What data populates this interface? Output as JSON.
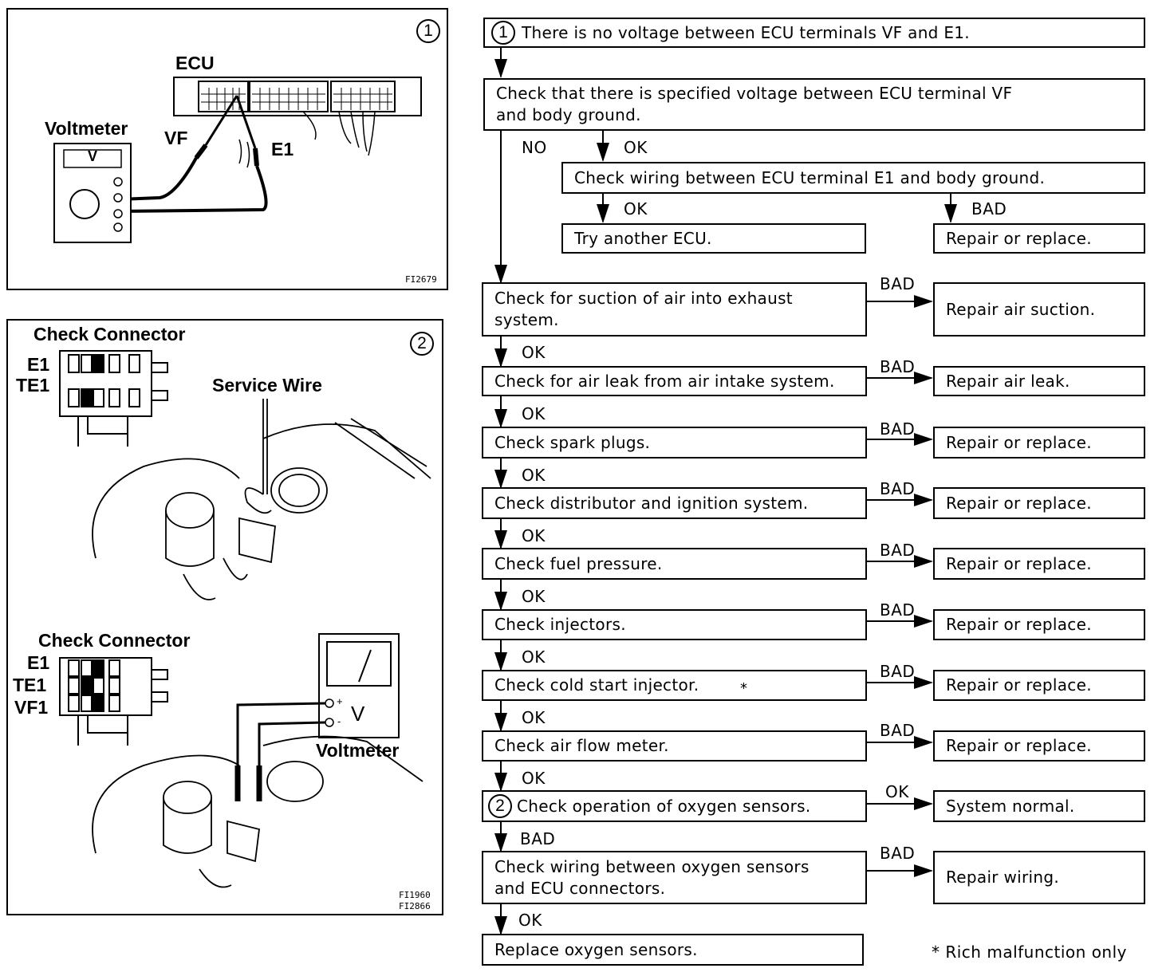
{
  "panel1": {
    "number": "1",
    "ecu_label": "ECU",
    "voltmeter_label": "Voltmeter",
    "vf_label": "VF",
    "e1_label": "E1",
    "meter_display": "V",
    "fig_code": "FI2679"
  },
  "panel2": {
    "number": "2",
    "check_connector_top": "Check Connector",
    "e1_top": "E1",
    "te1_top": "TE1",
    "service_wire": "Service Wire",
    "check_connector_bottom": "Check Connector",
    "e1_bottom": "E1",
    "te1_bottom": "TE1",
    "vf1_bottom": "VF1",
    "meter_symbol": "V",
    "plus": "+",
    "minus": "-",
    "voltmeter_label": "Voltmeter",
    "fig_code_1": "FI1960",
    "fig_code_2": "FI2866"
  },
  "flow": {
    "start_number": "1",
    "start": "There is no voltage between ECU terminals VF and E1.",
    "check_vf": "Check that there is specified voltage between ECU terminal VF\nand body ground.",
    "no": "NO",
    "ok_vf": "OK",
    "check_e1": "Check wiring between ECU terminal E1 and body ground.",
    "ok_e1": "OK",
    "bad_e1": "BAD",
    "try_ecu": "Try another ECU.",
    "repair_e1": "Repair or replace.",
    "steps": [
      {
        "check": "Check for suction of air into exhaust\nsystem.",
        "bad": "BAD",
        "repair": "Repair air suction.",
        "ok": "OK"
      },
      {
        "check": "Check for air leak from air intake system.",
        "bad": "BAD",
        "repair": "Repair air leak.",
        "ok": "OK"
      },
      {
        "check": "Check spark plugs.",
        "bad": "BAD",
        "repair": "Repair or replace.",
        "ok": "OK"
      },
      {
        "check": "Check distributor and ignition system.",
        "bad": "BAD",
        "repair": "Repair or replace.",
        "ok": "OK"
      },
      {
        "check": "Check fuel pressure.",
        "bad": "BAD",
        "repair": "Repair or replace.",
        "ok": "OK"
      },
      {
        "check": "Check injectors.",
        "bad": "BAD",
        "repair": "Repair or replace.",
        "ok": "OK"
      },
      {
        "check": "Check cold start injector.",
        "note_mark": "*",
        "bad": "BAD",
        "repair": "Repair or replace.",
        "ok": "OK"
      },
      {
        "check": "Check air flow meter.",
        "bad": "BAD",
        "repair": "Repair or replace.",
        "ok": "OK"
      }
    ],
    "o2_number": "2",
    "o2_check": "Check operation of oxygen sensors.",
    "o2_ok": "OK",
    "o2_result": "System normal.",
    "o2_bad": "BAD",
    "wiring_check": "Check wiring between oxygen sensors\nand ECU connectors.",
    "wiring_bad": "BAD",
    "wiring_repair": "Repair wiring.",
    "wiring_ok": "OK",
    "replace": "Replace oxygen sensors.",
    "footnote": "* Rich malfunction only"
  }
}
